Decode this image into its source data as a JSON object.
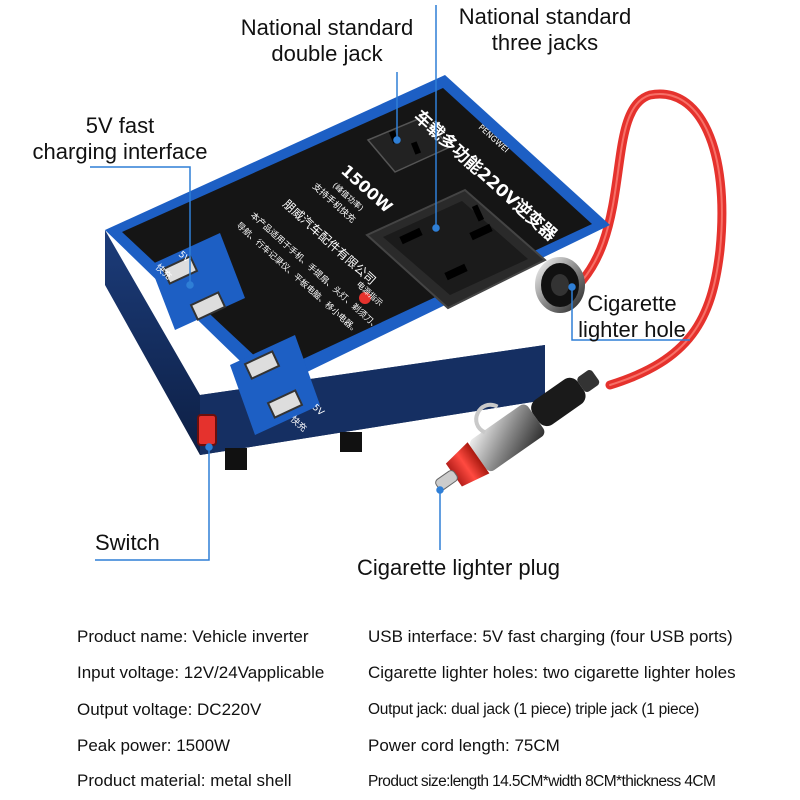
{
  "callouts": {
    "double_jack": [
      "National standard",
      "double jack"
    ],
    "three_jacks": [
      "National standard",
      "three jacks"
    ],
    "usb": [
      "5V fast",
      "charging interface"
    ],
    "lighter_hole": [
      "Cigarette",
      "lighter hole"
    ],
    "switch": "Switch",
    "plug": "Cigarette lighter plug"
  },
  "device": {
    "brand_cn": "朋威",
    "brand_en": "PENGWEI",
    "title_cn": "车载多功能220V逆变器",
    "power": "1500W",
    "power_note": "(峰值功率)",
    "phone_cn": "支持手机快充",
    "company_cn": "朋威汽车配件有限公司",
    "indicator_cn": "电源指示",
    "usage_line1": "本产品适用于手机、手提扇、头灯、剃须刀、",
    "usage_line2": "导航、行车记录仪、平板电脑、移小电器。",
    "usb_label_1": "5V",
    "usb_label_2": "快充"
  },
  "specs": {
    "left": [
      "Product name: Vehicle inverter",
      "Input voltage: 12V/24Vapplicable",
      "Output voltage: DC220V",
      "Peak power: 1500W",
      "Product material: metal shell"
    ],
    "right": [
      "USB interface: 5V fast charging (four USB ports)",
      "Cigarette lighter holes: two cigarette lighter holes",
      "Output jack: dual jack (1 piece) triple jack (1 piece)",
      "Power cord length: 75CM",
      "Product size:length 14.5CM*width 8CM*thickness 4CM"
    ]
  },
  "colors": {
    "body_blue": "#1d5fc4",
    "panel_black": "#151515",
    "cable_red": "#e5322d",
    "callout_line": "#2f7fd6"
  }
}
